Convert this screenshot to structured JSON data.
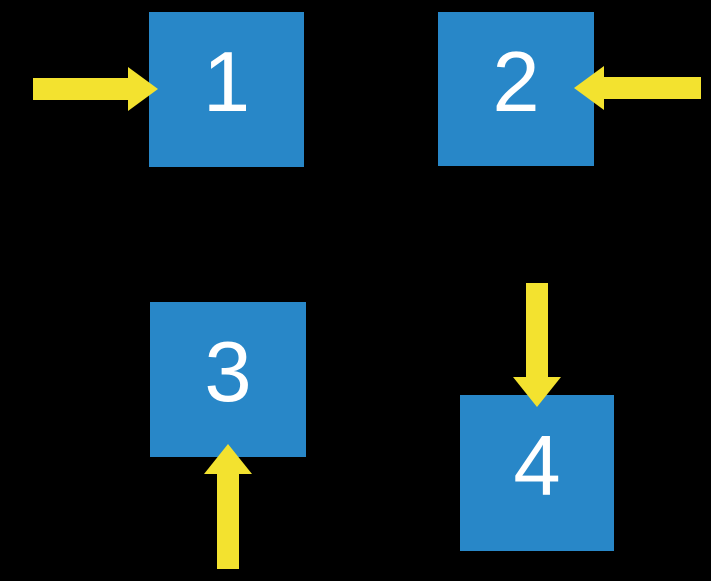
{
  "colors": {
    "background": "#000000",
    "square": "#2887C8",
    "arrow": "#F3E22F",
    "label": "#FFFFFF"
  },
  "squares": [
    {
      "label": "1",
      "arrow_direction": "arrow points right into left side of square"
    },
    {
      "label": "2",
      "arrow_direction": "arrow points left into right side of square"
    },
    {
      "label": "3",
      "arrow_direction": "arrow points up into bottom side of square"
    },
    {
      "label": "4",
      "arrow_direction": "arrow points down into top side of square"
    }
  ]
}
